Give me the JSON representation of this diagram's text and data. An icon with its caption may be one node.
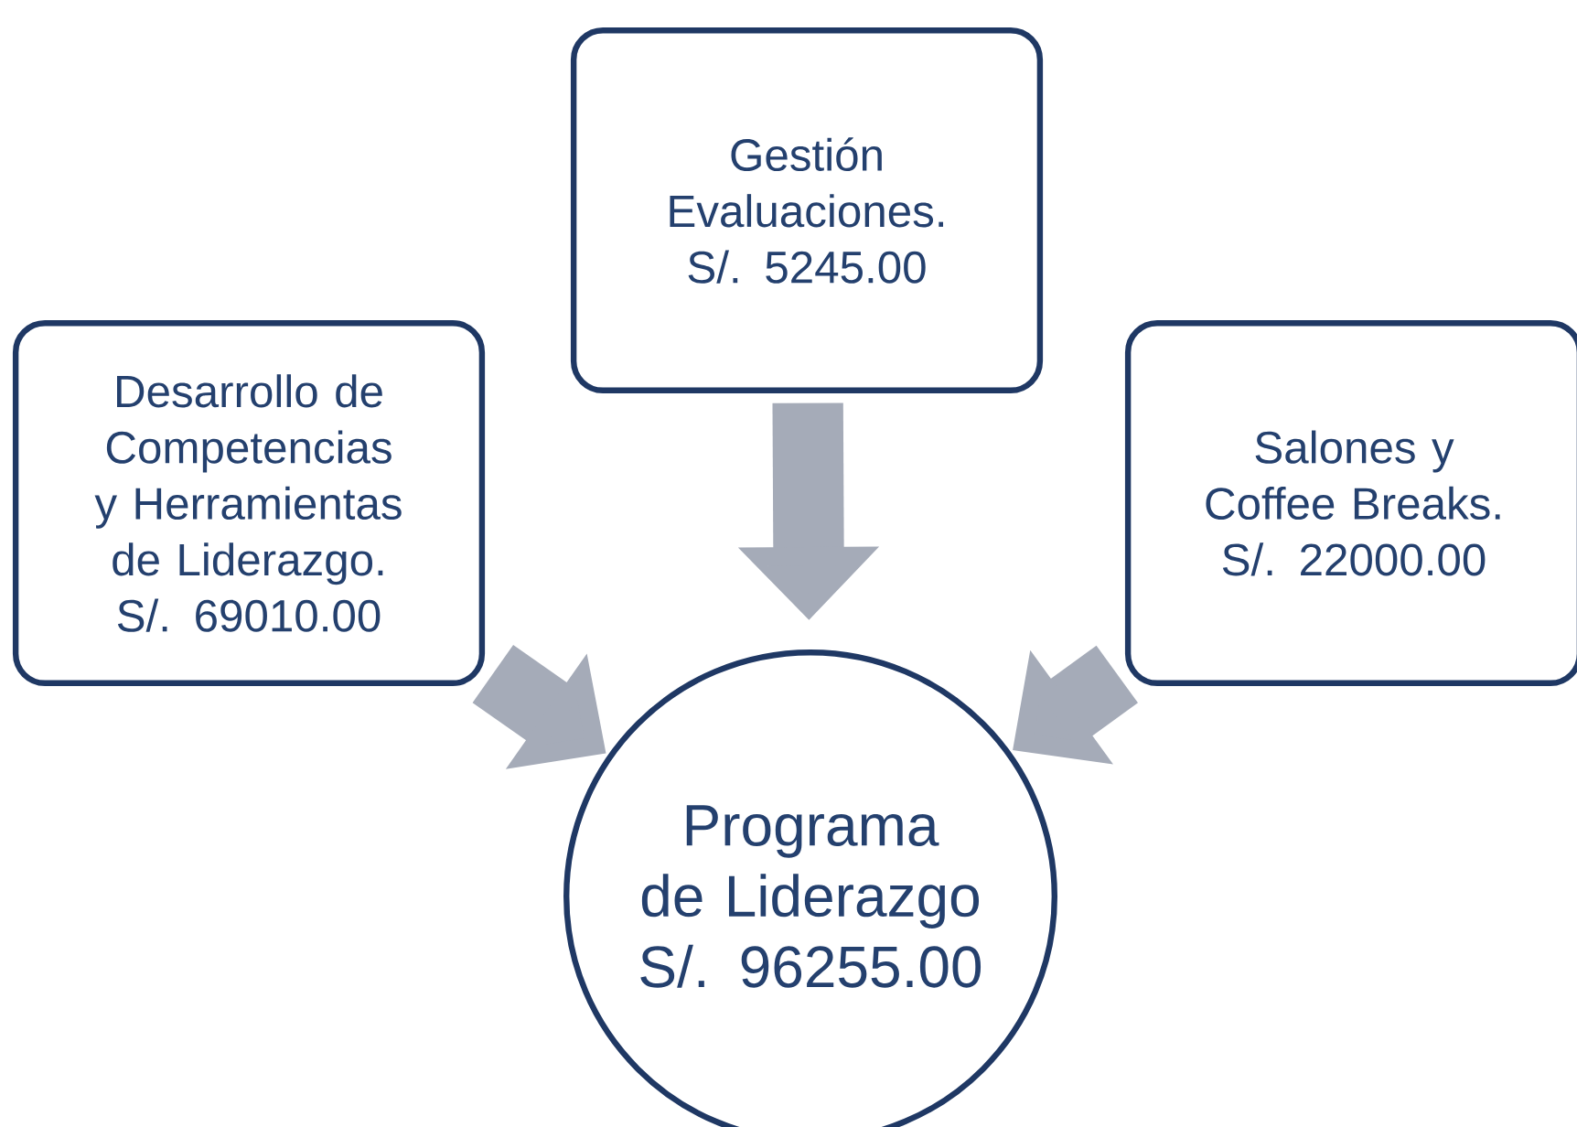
{
  "diagram": {
    "nodes": [
      {
        "text": [
          "Desarrollo de Competencias y Herramientas de Liderazgo. S/. 69010.00"
        ]
      },
      {
        "text": [
          "Gestión Evaluaciones. S/. 5245.00"
        ]
      },
      {
        "text": [
          "Salones y Coffee Breaks. S/. 22000.00"
        ]
      },
      {
        "text": [
          "Programa de Liderazgo S/. 96255.00"
        ]
      }
    ],
    "edges": [
      {
        "from": 0,
        "to": 3,
        "arrow": "to"
      },
      {
        "from": 1,
        "to": 3,
        "arrow": "to"
      },
      {
        "from": 2,
        "to": 3,
        "arrow": "to"
      }
    ]
  }
}
